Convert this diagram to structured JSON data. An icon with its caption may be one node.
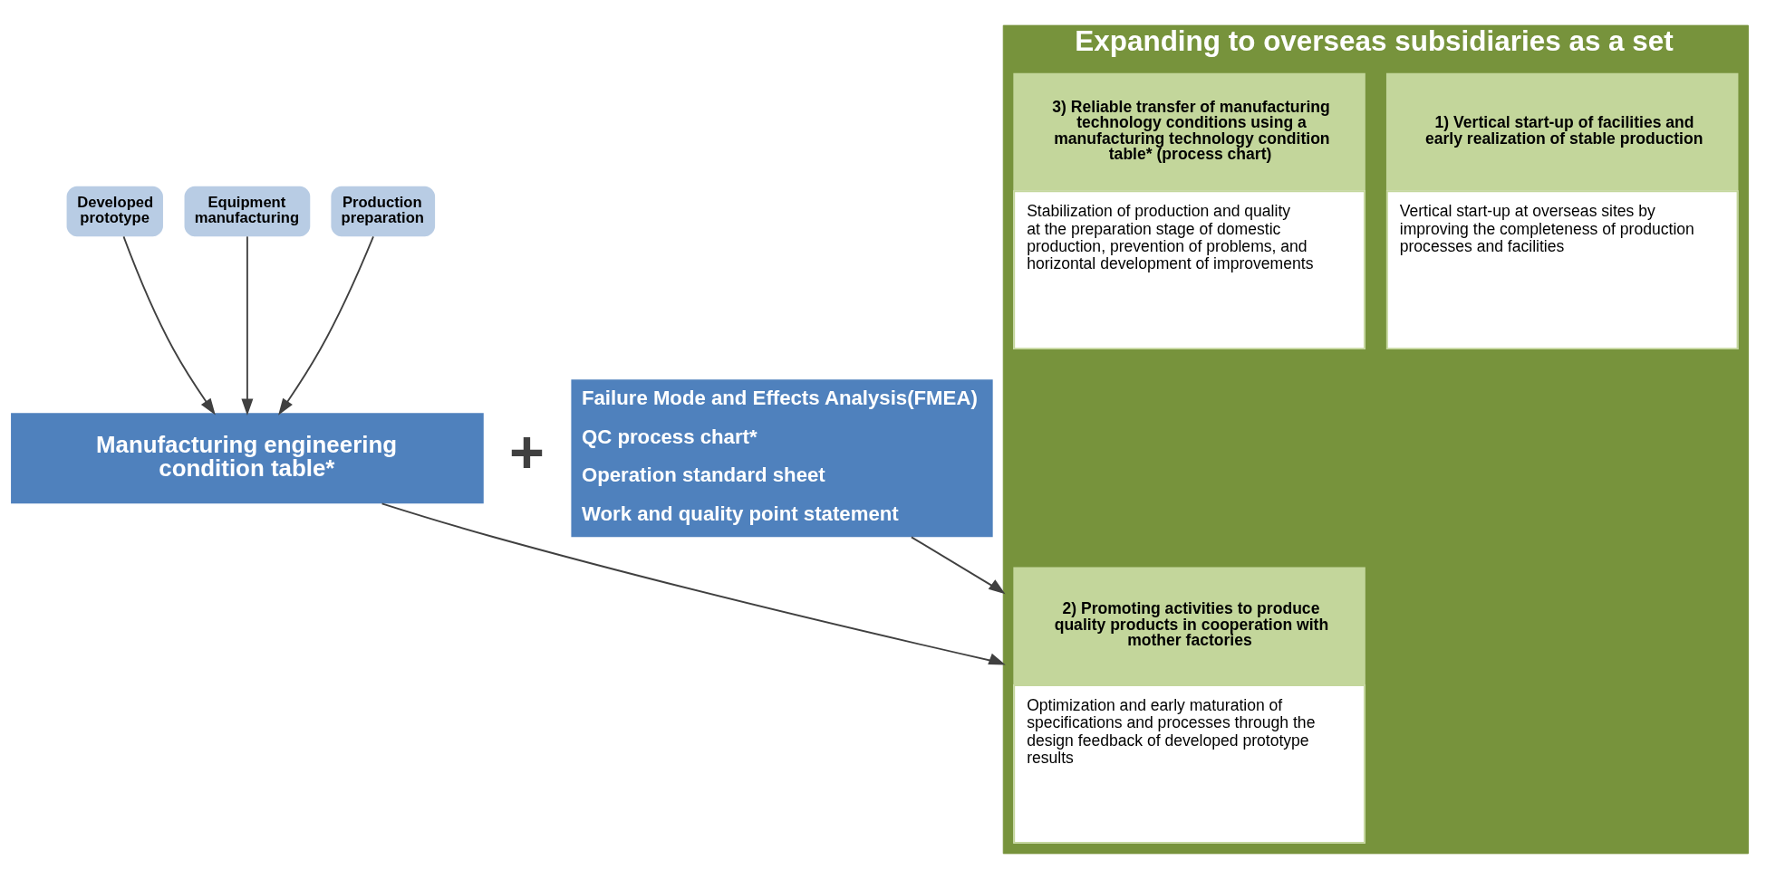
{
  "diagram": {
    "nodes": [
      {
        "text": [
          "Developed prototype"
        ]
      },
      {
        "text": [
          "Equipment manufacturing"
        ]
      },
      {
        "text": [
          "Production preparation"
        ]
      },
      {
        "text": [
          "Manufacturing engineering condition table*"
        ]
      },
      {
        "text": [
          "Failure Mode and Effects Analysis(FMEA)",
          "QC process chart*",
          "Operation standard sheet",
          "Work and quality point statement"
        ]
      },
      {
        "text": [
          "Expanding to overseas subsidiaries as a set"
        ]
      },
      {
        "text": [
          "1) Vertical start-up of facilities and early realization of stable production",
          "Vertical start-up at overseas sites by improving the completeness of production processes and facilities"
        ],
        "in": 5
      },
      {
        "text": [
          "2) Promoting activities to produce quality products in cooperation with mother factories",
          "Optimization and early maturation of specifications and processes through the design feedback of developed prototype results"
        ],
        "in": 5
      },
      {
        "text": [
          "3) Reliable transfer of manufacturing technology conditions using a manufacturing technology condition table* (process chart)",
          "Stabilization of production and quality at the preparation stage of domestic production, prevention of problems, and horizontal development of improvements"
        ],
        "in": 5
      }
    ],
    "edges": [
      {
        "from": 0,
        "to": 3,
        "arrow": "to"
      },
      {
        "from": 1,
        "to": 3,
        "arrow": "to"
      },
      {
        "from": 2,
        "to": 3,
        "arrow": "to"
      },
      {
        "from": 3,
        "to": 5,
        "arrow": "to"
      },
      {
        "from": 4,
        "to": 5,
        "arrow": "to"
      }
    ],
    "labels": [
      "+"
    ]
  }
}
